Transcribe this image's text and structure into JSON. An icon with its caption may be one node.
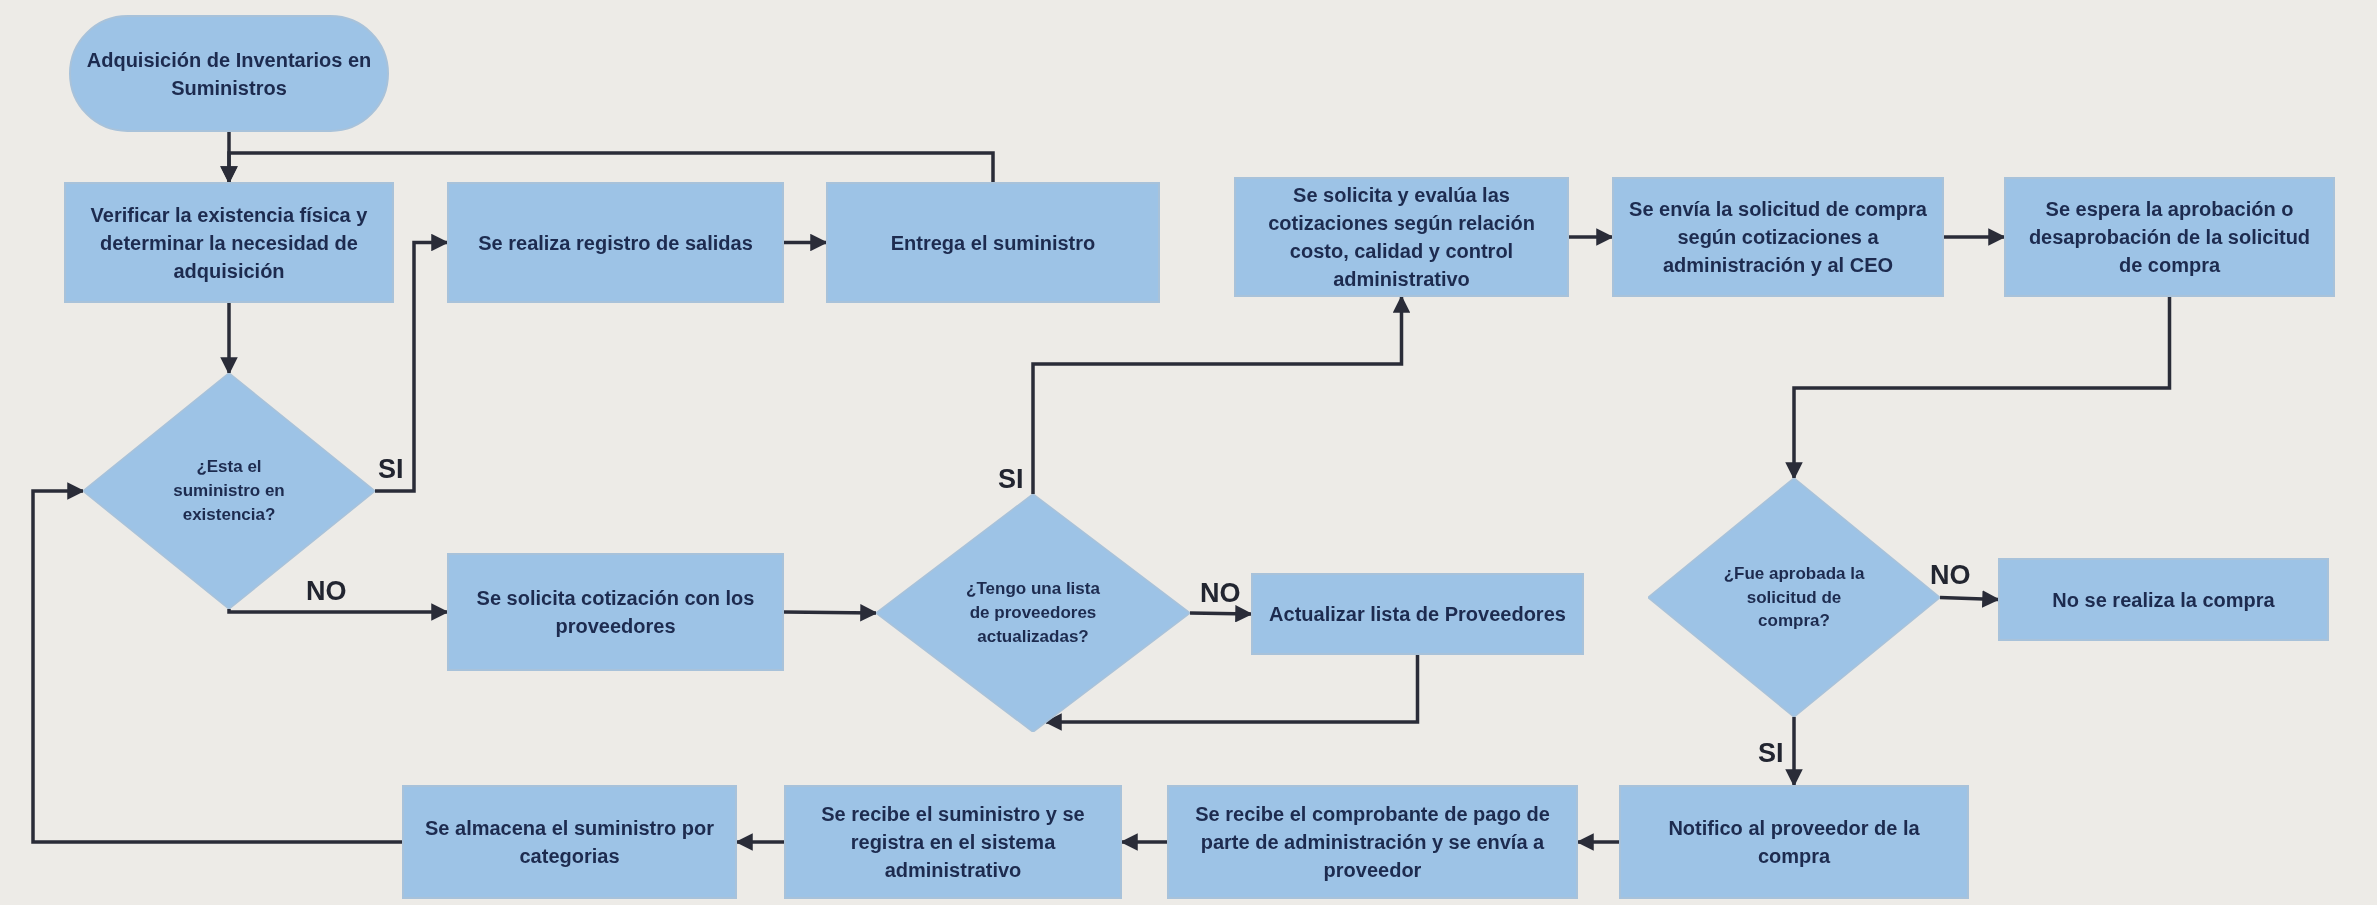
{
  "diagram": {
    "nodes": [
      {
        "text": [
          "Adquisición de Inventarios en Suministros"
        ]
      },
      {
        "text": [
          "Verificar la existencia física y determinar la necesidad de adquisición"
        ]
      },
      {
        "text": [
          "Se realiza registro de salidas"
        ]
      },
      {
        "text": [
          "Entrega el suministro"
        ]
      },
      {
        "text": [
          "¿Esta el suministro en existencia?"
        ]
      },
      {
        "text": [
          "Se solicita cotización con los proveedores"
        ]
      },
      {
        "text": [
          "¿Tengo una lista de proveedores actualizadas?"
        ]
      },
      {
        "text": [
          "Actualizar lista de Proveedores"
        ]
      },
      {
        "text": [
          "Se solicita y evalúa las cotizaciones según relación costo, calidad y control administrativo"
        ]
      },
      {
        "text": [
          "Se envía la solicitud de compra según cotizaciones a administración y al CEO"
        ]
      },
      {
        "text": [
          "Se espera la aprobación o desaprobación de la solicitud de compra"
        ]
      },
      {
        "text": [
          "¿Fue aprobada la solicitud de compra?"
        ]
      },
      {
        "text": [
          "No se realiza la compra"
        ]
      },
      {
        "text": [
          "Notifico al proveedor de la compra"
        ]
      },
      {
        "text": [
          "Se recibe el comprobante de pago de parte de administración y se envía a proveedor"
        ]
      },
      {
        "text": [
          "Se recibe el suministro y se registra en el sistema administrativo"
        ]
      },
      {
        "text": [
          "Se almacena el suministro por categorias"
        ]
      }
    ],
    "edges": [
      {
        "from": 0,
        "to": 1,
        "arrow": "to"
      },
      {
        "from": 3,
        "to": 1,
        "arrow": "to"
      },
      {
        "from": 1,
        "to": 4,
        "arrow": "to"
      },
      {
        "from": 4,
        "to": 2,
        "arrow": "to",
        "label": "SI"
      },
      {
        "from": 2,
        "to": 3,
        "arrow": "to"
      },
      {
        "from": 4,
        "to": 5,
        "arrow": "to",
        "label": "NO"
      },
      {
        "from": 5,
        "to": 6,
        "arrow": "to"
      },
      {
        "from": 6,
        "to": 8,
        "arrow": "to",
        "label": "SI"
      },
      {
        "from": 6,
        "to": 7,
        "arrow": "to",
        "label": "NO"
      },
      {
        "from": 7,
        "to": 6,
        "arrow": "to"
      },
      {
        "from": 8,
        "to": 9,
        "arrow": "to"
      },
      {
        "from": 9,
        "to": 10,
        "arrow": "to"
      },
      {
        "from": 10,
        "to": 11,
        "arrow": "to"
      },
      {
        "from": 11,
        "to": 12,
        "arrow": "to",
        "label": "NO"
      },
      {
        "from": 11,
        "to": 13,
        "arrow": "to",
        "label": "SI"
      },
      {
        "from": 13,
        "to": 14,
        "arrow": "to"
      },
      {
        "from": 14,
        "to": 15,
        "arrow": "to"
      },
      {
        "from": 15,
        "to": 16,
        "arrow": "to"
      },
      {
        "from": 16,
        "to": 4,
        "arrow": "to"
      }
    ]
  }
}
